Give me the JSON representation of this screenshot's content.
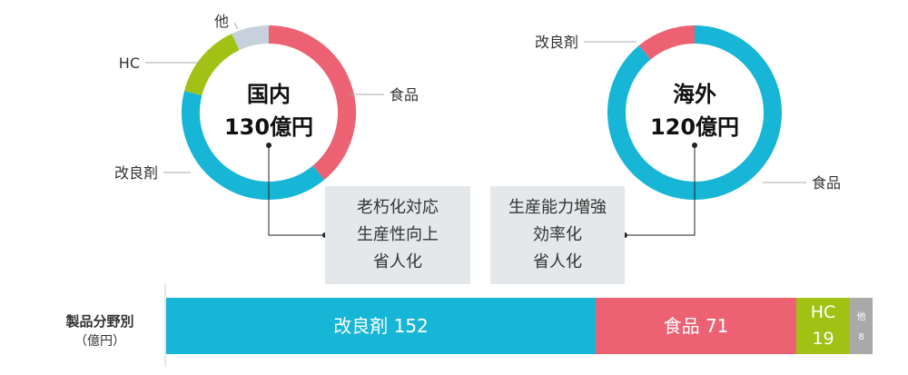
{
  "colors": {
    "kaishitsuzai": "#17b6d6",
    "shokuhin": "#ec6272",
    "hc": "#a1c214",
    "other_donut": "#c7d1dc",
    "other_bar": "#a9a9a9",
    "leader": "#aaaaaa",
    "connector": "#222222",
    "box_bg": "#e4e8ea"
  },
  "chart_data": [
    {
      "type": "pie",
      "title": "国内",
      "center_value": "130億円",
      "slices": [
        {
          "label": "食品",
          "value": 0.39,
          "color_key": "shokuhin"
        },
        {
          "label": "改良剤",
          "value": 0.4,
          "color_key": "kaishitsuzai"
        },
        {
          "label": "HC",
          "value": 0.14,
          "color_key": "hc"
        },
        {
          "label": "他",
          "value": 0.07,
          "color_key": "other_donut"
        }
      ]
    },
    {
      "type": "pie",
      "title": "海外",
      "center_value": "120億円",
      "slices": [
        {
          "label": "改良剤",
          "value": 0.89,
          "color_key": "kaishitsuzai"
        },
        {
          "label": "食品",
          "value": 0.11,
          "color_key": "shokuhin"
        }
      ]
    },
    {
      "type": "bar",
      "title": "製品分野別",
      "unit": "（億円）",
      "categories": [
        "改良剤",
        "食品",
        "HC",
        "他"
      ],
      "values": [
        152,
        71,
        19,
        8
      ],
      "color_keys": [
        "kaishitsuzai",
        "shokuhin",
        "hc",
        "other_bar"
      ]
    }
  ],
  "boxes": {
    "domestic": [
      "老朽化対応",
      "生産性向上",
      "省人化"
    ],
    "overseas": [
      "生産能力増強",
      "効率化",
      "省人化"
    ]
  }
}
